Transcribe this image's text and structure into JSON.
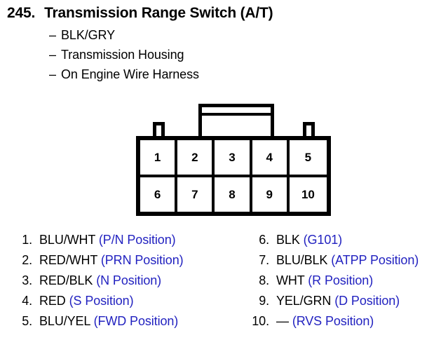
{
  "header": {
    "number": "245.",
    "title": "Transmission Range Switch (A/T)",
    "sub_lines": [
      "BLK/GRY",
      "Transmission Housing",
      "On Engine Wire Harness"
    ],
    "dash": "–"
  },
  "connector": {
    "pin_rows": [
      [
        "1",
        "2",
        "3",
        "4",
        "5"
      ],
      [
        "6",
        "7",
        "8",
        "9",
        "10"
      ]
    ]
  },
  "legend": {
    "left": [
      {
        "num": "1.",
        "wire": "BLU/WHT",
        "position": "(P/N Position)"
      },
      {
        "num": "2.",
        "wire": "RED/WHT",
        "position": "(PRN Position)"
      },
      {
        "num": "3.",
        "wire": "RED/BLK",
        "position": "(N Position)"
      },
      {
        "num": "4.",
        "wire": "RED",
        "position": "(S Position)"
      },
      {
        "num": "5.",
        "wire": "BLU/YEL",
        "position": "(FWD Position)"
      }
    ],
    "right": [
      {
        "num": "6.",
        "wire": "BLK",
        "position": "(G101)"
      },
      {
        "num": "7.",
        "wire": "BLU/BLK",
        "position": "(ATPP Position)"
      },
      {
        "num": "8.",
        "wire": "WHT",
        "position": "(R Position)"
      },
      {
        "num": "9.",
        "wire": "YEL/GRN",
        "position": "(D Position)"
      },
      {
        "num": "10.",
        "wire": "—",
        "position": "(RVS Position)"
      }
    ]
  },
  "colors": {
    "position_blue": "#2222C0",
    "ink_black": "#000000",
    "background": "#FFFFFF"
  }
}
